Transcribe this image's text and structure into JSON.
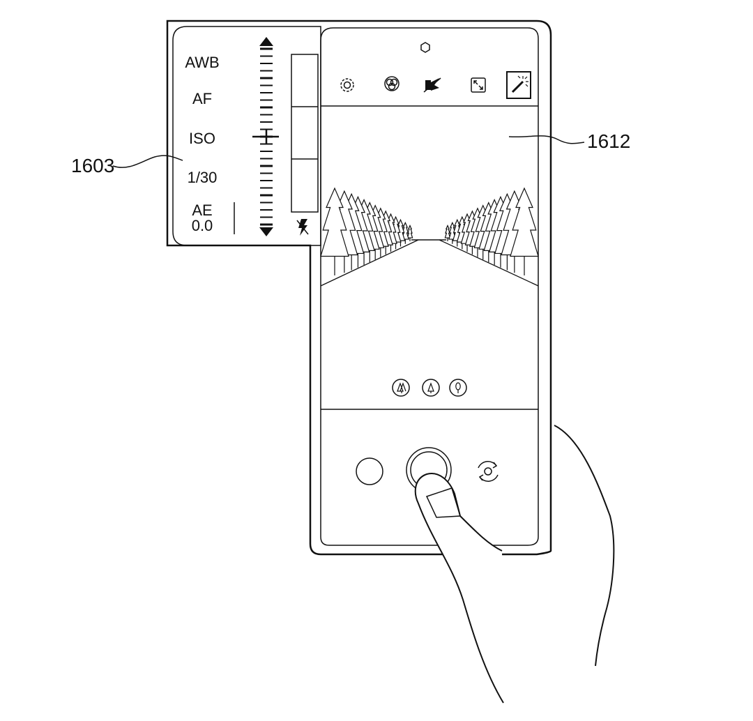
{
  "figure": {
    "ref_panel": "1603",
    "ref_preview": "1612"
  },
  "settings_panel": {
    "items": [
      {
        "label": "AWB"
      },
      {
        "label": "AF"
      },
      {
        "label": "ISO"
      },
      {
        "label": "1/30"
      },
      {
        "label": "AE",
        "value": "0.0"
      }
    ],
    "slider": {
      "level": 0.5
    }
  },
  "toolbar": {
    "icons": [
      "settings-icon",
      "filter-icon",
      "flash-off-icon",
      "aspect-ratio-icon",
      "magic-wand-icon"
    ],
    "selected": "magic-wand-icon"
  },
  "preview": {
    "mode_icons": [
      "tree-mode-1-icon",
      "tree-mode-2-icon",
      "tree-mode-3-icon"
    ]
  },
  "controls": {
    "icons": [
      "gallery-thumbnail",
      "shutter-button",
      "switch-camera-icon"
    ]
  },
  "colors": {
    "line": "#111111",
    "background": "#ffffff"
  }
}
